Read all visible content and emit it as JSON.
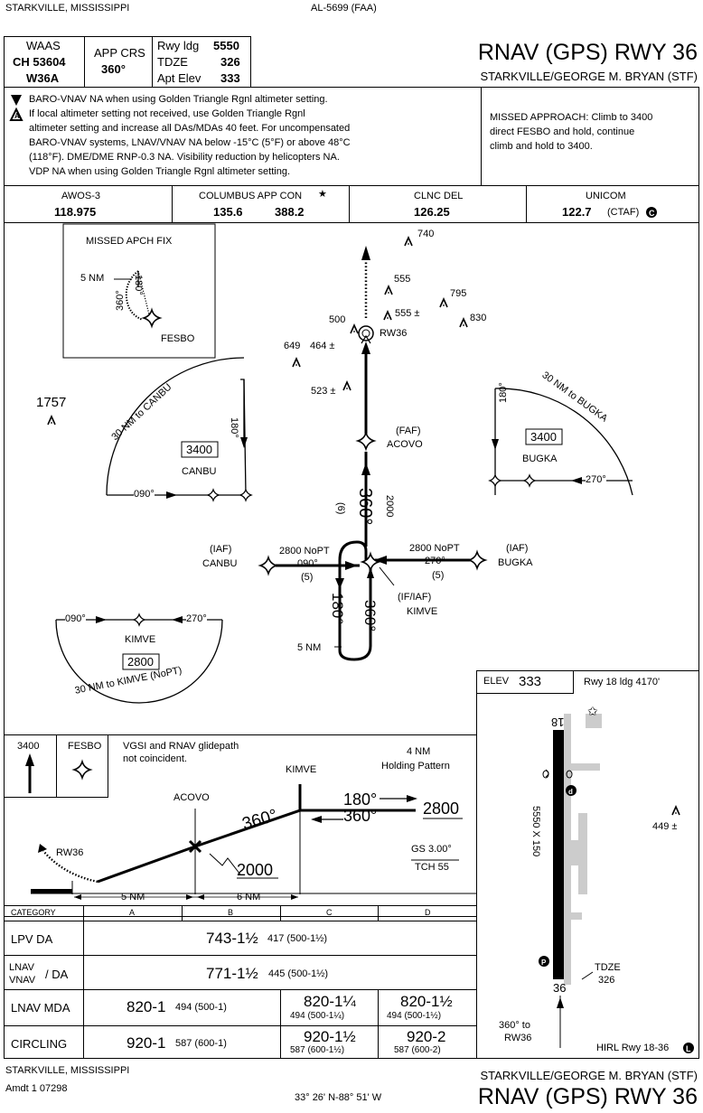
{
  "header": {
    "city_state": "STARKVILLE, MISSISSIPPI",
    "chart_id": "AL-5699 (FAA)",
    "waas_label": "WAAS",
    "waas_ch": "CH 53604",
    "waas_id": "W36A",
    "app_crs_label": "APP CRS",
    "app_crs": "360°",
    "rwy_ldg_label": "Rwy ldg",
    "rwy_ldg": "5550",
    "tdze_label": "TDZE",
    "tdze": "326",
    "apt_elev_label": "Apt Elev",
    "apt_elev": "333",
    "title": "RNAV (GPS) RWY 36",
    "airport": "STARKVILLE/GEORGE M. BRYAN (STF)"
  },
  "notes": {
    "line1": "BARO-VNAV NA when using Golden Triangle Rgnl altimeter setting.",
    "line2": "If local altimeter setting not received, use Golden Triangle Rgnl",
    "line3": "altimeter setting and increase all DAs/MDAs 40 feet.  For uncompensated",
    "line4": "BARO-VNAV systems, LNAV/VNAV NA below -15°C (5°F) or above 48°C",
    "line5": "(118°F). DME/DME RNP-0.3 NA.  Visibility reduction by helicopters NA.",
    "line6": "VDP NA when using Golden Triangle Rgnl altimeter setting.",
    "missed_1": "MISSED APPROACH: Climb to 3400",
    "missed_2": "direct FESBO and hold, continue",
    "missed_3": "climb and hold to 3400."
  },
  "comms": {
    "awos_label": "AWOS-3",
    "awos_freq": "118.975",
    "app_label": "COLUMBUS APP CON",
    "app_freq1": "135.6",
    "app_freq2": "388.2",
    "clnc_label": "CLNC DEL",
    "clnc_freq": "126.25",
    "unicom_label": "UNICOM",
    "unicom_freq": "122.7",
    "unicom_ctaf": "(CTAF)"
  },
  "plan": {
    "missed_apch_fix": "MISSED APCH FIX",
    "fesbo": "FESBO",
    "fesbo_5nm": "5 NM",
    "fesbo_180": "180°",
    "fesbo_360": "360°",
    "obs_740": "740",
    "obs_555": "555",
    "obs_795": "795",
    "obs_555pm": "555",
    "obs_830": "830",
    "obs_500": "500",
    "obs_464": "464",
    "rw36": "RW36",
    "obs_649": "649",
    "obs_523": "523",
    "obs_1757": "1757",
    "taa_canbu": "30 NM to CANBU",
    "taa_canbu_alt": "3400",
    "taa_canbu_name": "CANBU",
    "taa_canbu_180": "180°",
    "taa_canbu_090": "090°",
    "taa_bugka": "30 NM to BUGKA",
    "taa_bugka_alt": "3400",
    "taa_bugka_name": "BUGKA",
    "taa_bugka_180": "180°",
    "taa_bugka_270": "270°",
    "faf": "(FAF)",
    "acovo": "ACOVO",
    "crs_360": "360°",
    "seg_2000": "2000",
    "seg_6": "(6)",
    "iaf_canbu_1": "(IAF)",
    "iaf_canbu_2": "CANBU",
    "iaf_canbu_nopt": "2800 NoPT",
    "iaf_canbu_crs": "090°",
    "iaf_canbu_dist": "(5)",
    "iaf_bugka_1": "(IAF)",
    "iaf_bugka_2": "BUGKA",
    "iaf_bugka_nopt": "2800 NoPT",
    "iaf_bugka_crs": "270°",
    "iaf_bugka_dist": "(5)",
    "hold_180": "180°",
    "hold_360": "360°",
    "hold_5nm": "5 NM",
    "if_iaf": "(IF/IAF)",
    "kimve": "KIMVE",
    "taa_kimve_090": "090°",
    "taa_kimve_270": "270°",
    "taa_kimve_name": "KIMVE",
    "taa_kimve_alt": "2800",
    "taa_kimve": "30 NM to KIMVE (NoPT)"
  },
  "airport_diagram": {
    "elev_label": "ELEV",
    "elev": "333",
    "rwy18": "Rwy 18 ldg 4170'",
    "rwy_num_top": "18",
    "rwy_dims": "5550 X 150",
    "obs_449": "449",
    "tdze_label": "TDZE",
    "tdze": "326",
    "rwy_num_bottom": "36",
    "crs_label_1": "360° to",
    "crs_label_2": "RW36",
    "hirl": "HIRL Rwy 18-36"
  },
  "profile": {
    "ma_alt": "3400",
    "ma_fix": "FESBO",
    "vgsi_1": "VGSI and RNAV glidepath",
    "vgsi_2": "not coincident.",
    "kimve": "KIMVE",
    "hold_1": "4 NM",
    "hold_2": "Holding Pattern",
    "acovo": "ACOVO",
    "crs_180": "180°",
    "crs_360_a": "360°",
    "alt_2800": "2800",
    "crs_360_b": "360°",
    "rw36": "RW36",
    "alt_2000": "2000",
    "gs": "GS 3.00°",
    "tch": "TCH 55",
    "dist_5": "5 NM",
    "dist_6": "6 NM"
  },
  "minimums": {
    "category": "CATEGORY",
    "cat_a": "A",
    "cat_b": "B",
    "cat_c": "C",
    "cat_d": "D",
    "lpv_label": "LPV  DA",
    "lpv_main": "743-1½",
    "lpv_sub": "417 (500-1½)",
    "lnav_vnav_l1": "LNAV",
    "lnav_vnav_l2": "VNAV",
    "lnav_vnav_da": "/  DA",
    "lnav_vnav_main": "771-1½",
    "lnav_vnav_sub": "445 (500-1½)",
    "lnav_label": "LNAV  MDA",
    "lnav_ab_main": "820-1",
    "lnav_ab_sub": "494 (500-1)",
    "lnav_c_main": "820-1¼",
    "lnav_c_sub": "494 (500-1¼)",
    "lnav_d_main": "820-1½",
    "lnav_d_sub": "494 (500-1½)",
    "circ_label": "CIRCLING",
    "circ_ab_main": "920-1",
    "circ_ab_sub": "587 (600-1)",
    "circ_c_main": "920-1½",
    "circ_c_sub": "587 (600-1½)",
    "circ_d_main": "920-2",
    "circ_d_sub": "587 (600-2)"
  },
  "footer": {
    "city_state": "STARKVILLE, MISSISSIPPI",
    "amdt": "Amdt 1  07298",
    "coords": "33° 26' N-88° 51' W",
    "airport": "STARKVILLE/GEORGE M. BRYAN (STF)",
    "title": "RNAV (GPS) RWY 36"
  }
}
